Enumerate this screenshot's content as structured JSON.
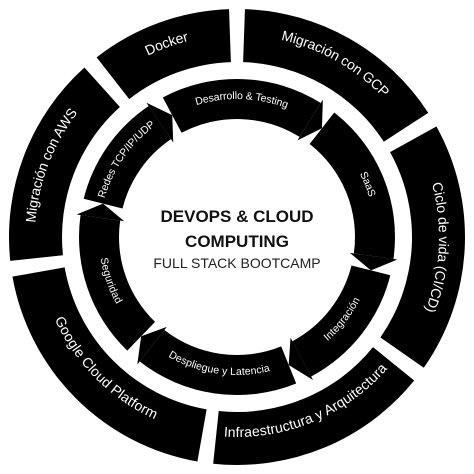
{
  "center": {
    "title_line1": "DEVOPS & CLOUD",
    "title_line2": "COMPUTING",
    "subtitle": "FULL STACK BOOTCAMP"
  },
  "outer_ring": [
    {
      "label": "Migración con GCP"
    },
    {
      "label": "Ciclo de vida (CI/CD)"
    },
    {
      "label": "Infraestructura y Arquitectura"
    },
    {
      "label": "Google Cloud Platform"
    },
    {
      "label": "Migración con AWS"
    },
    {
      "label": "Docker"
    }
  ],
  "inner_ring": [
    {
      "label": "Desarrollo & Testing"
    },
    {
      "label": "SaaS"
    },
    {
      "label": "Integración"
    },
    {
      "label": "Despliegue y Latencia"
    },
    {
      "label": "Seguridad"
    },
    {
      "label": "Redes TCP/IP/UDP"
    }
  ],
  "colors": {
    "ring": "#000000",
    "text_on_ring": "#ffffff",
    "background": "#ffffff"
  }
}
